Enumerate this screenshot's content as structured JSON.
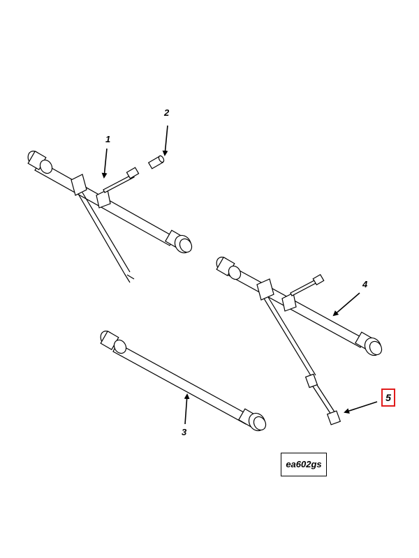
{
  "callouts": {
    "c1": "1",
    "c2": "2",
    "c3": "3",
    "c4": "4",
    "c5": "5"
  },
  "figure_id": "ea602gs",
  "highlight_color": "#e01b1b",
  "line_color": "#000000"
}
